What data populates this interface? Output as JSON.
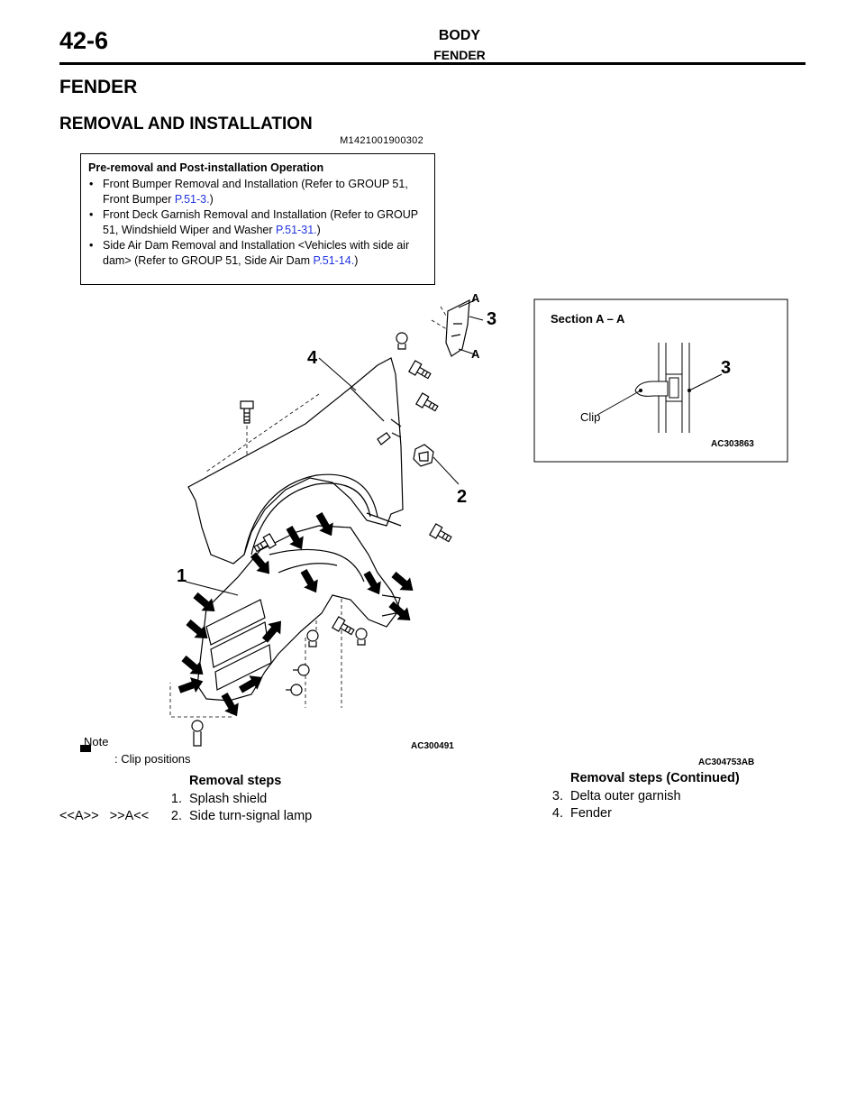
{
  "header": {
    "page_number": "42-6",
    "title": "BODY",
    "subtitle": "FENDER"
  },
  "section_title": "FENDER",
  "subsection_title": "REMOVAL AND INSTALLATION",
  "doc_code": "M1421001900302",
  "pre_removal": {
    "title": "Pre-removal and Post-installation Operation",
    "items": [
      {
        "text": "Front Bumper Removal and Installation (Refer to GROUP 51, Front Bumper ",
        "link": "P.51-3.",
        "after": ")"
      },
      {
        "text": "Front Deck Garnish Removal and Installation (Refer to GROUP 51, Windshield Wiper and Washer ",
        "link": "P.51-31.",
        "after": ")"
      },
      {
        "text": "Side Air Dam Removal and Installation <Vehicles with side air dam> (Refer to GROUP 51, Side Air Dam ",
        "link": "P.51-14.",
        "after": ")"
      }
    ]
  },
  "diagram": {
    "callouts": [
      "1",
      "2",
      "3",
      "4"
    ],
    "section_marks": [
      "A",
      "A"
    ],
    "code_main": "AC300491",
    "code_page": "AC304753AB",
    "note_label": "Note",
    "note_text": ": Clip positions",
    "inset": {
      "title": "Section A – A",
      "clip_label": "Clip",
      "callout": "3",
      "code": "AC303863"
    }
  },
  "steps_left": {
    "heading": "Removal steps",
    "ref_marks": "<<A>>   >>A<<",
    "items": [
      {
        "num": "1.",
        "text": "Splash shield"
      },
      {
        "num": "2.",
        "text": "Side turn-signal lamp"
      }
    ]
  },
  "steps_right": {
    "heading": "Removal steps (Continued)",
    "items": [
      {
        "num": "3.",
        "text": "Delta outer garnish"
      },
      {
        "num": "4.",
        "text": "Fender"
      }
    ]
  }
}
